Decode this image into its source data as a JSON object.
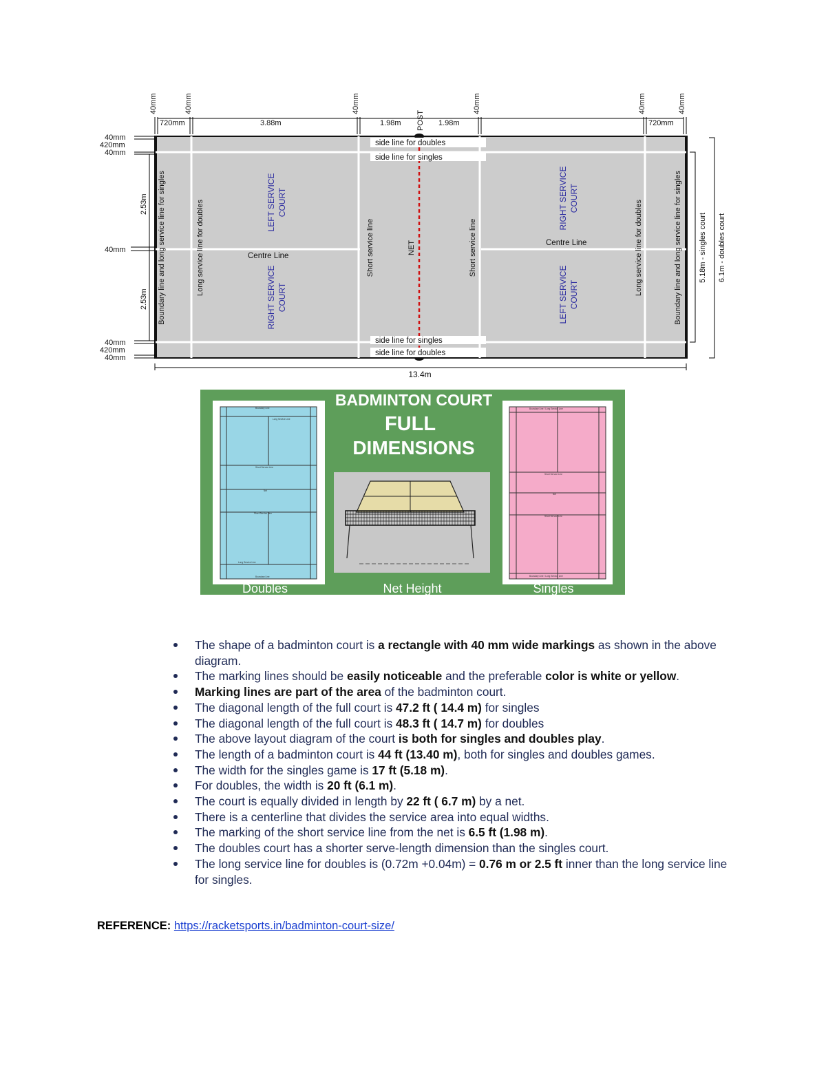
{
  "court": {
    "top_dims": [
      "40mm",
      "40mm",
      "40mm",
      "40mm",
      "40mm",
      "40mm"
    ],
    "top_lengths": [
      "720mm",
      "3.88m",
      "1.98m",
      "1.98m",
      "720mm"
    ],
    "post": "POST",
    "left_dims": [
      "40mm",
      "420mm",
      "40mm",
      "2.53m",
      "40mm",
      "2.53m",
      "40mm",
      "420mm",
      "40mm"
    ],
    "bottom_length": "13.4m",
    "side_doubles": "side line for doubles",
    "side_singles": "side line     for singles",
    "left_service_court": [
      "LEFT SERVICE",
      "COURT"
    ],
    "right_service_court": [
      "RIGHT SERVICE",
      "COURT"
    ],
    "centre_line": "Centre Line",
    "net": "NET",
    "short_service_line": "Short service line",
    "long_service_doubles": "Long service line for doubles",
    "boundary_line": "Boundary line and long service line for singles",
    "singles_width": "5.18m - singles court",
    "doubles_width": "6.1m - doubles court",
    "colors": {
      "court_fill": "#cccccc",
      "line": "#ffffff",
      "net": "#d01010",
      "text_blue": "#2a2aa0"
    }
  },
  "infographic": {
    "title_line1": "BADMINTON COURT",
    "title_line2": "FULL",
    "title_line3": "DIMENSIONS",
    "doubles_caption": "Doubles",
    "net_caption": "Net Height",
    "singles_caption": "Singles",
    "colors": {
      "bg": "#5e9e5a",
      "doubles": "#99d6e6",
      "singles": "#f5abc9",
      "net_floor": "#e6dca8"
    }
  },
  "bullets": [
    [
      "The shape of a badminton court is ",
      {
        "b": "a rectangle with 40 mm wide markings"
      },
      " as shown in the above diagram."
    ],
    [
      "The marking lines should be ",
      {
        "b": "easily noticeable"
      },
      " and the preferable ",
      {
        "b": "color is white or yellow"
      },
      "."
    ],
    [
      {
        "b": "Marking lines are part of the area"
      },
      " of the badminton court."
    ],
    [
      "The diagonal length of the full court is ",
      {
        "b": "47.2 ft ( 14.4 m)"
      },
      " for singles"
    ],
    [
      "The diagonal length of the full court is ",
      {
        "b": "48.3 ft ( 14.7 m)"
      },
      " for doubles"
    ],
    [
      "The above layout diagram of the court ",
      {
        "b": "is both for singles and doubles play"
      },
      "."
    ],
    [
      "The length of a badminton court is ",
      {
        "b": "44 ft (13.40 m)"
      },
      ", both for singles and doubles games."
    ],
    [
      "The width for the singles game is ",
      {
        "b": "17 ft (5.18 m)"
      },
      "."
    ],
    [
      "For doubles, the width is ",
      {
        "b": "20 ft (6.1 m)"
      },
      "."
    ],
    [
      "The court is equally divided in length by ",
      {
        "b": "22 ft ( 6.7 m)"
      },
      " by a net."
    ],
    [
      "There is a centerline that divides the service area into equal widths."
    ],
    [
      "The marking of the short service line from the net is ",
      {
        "b": "6.5 ft (1.98 m)"
      },
      "."
    ],
    [
      "The doubles court has a shorter serve-length dimension than the singles court."
    ],
    [
      "The long service line for doubles is (0.72m +0.04m) = ",
      {
        "b": "0.76 m or 2.5 ft"
      },
      " inner than the long service line for singles."
    ]
  ],
  "reference": {
    "label": "REFERENCE:",
    "url_text": "https://racketsports.in/badminton-court-size/"
  }
}
